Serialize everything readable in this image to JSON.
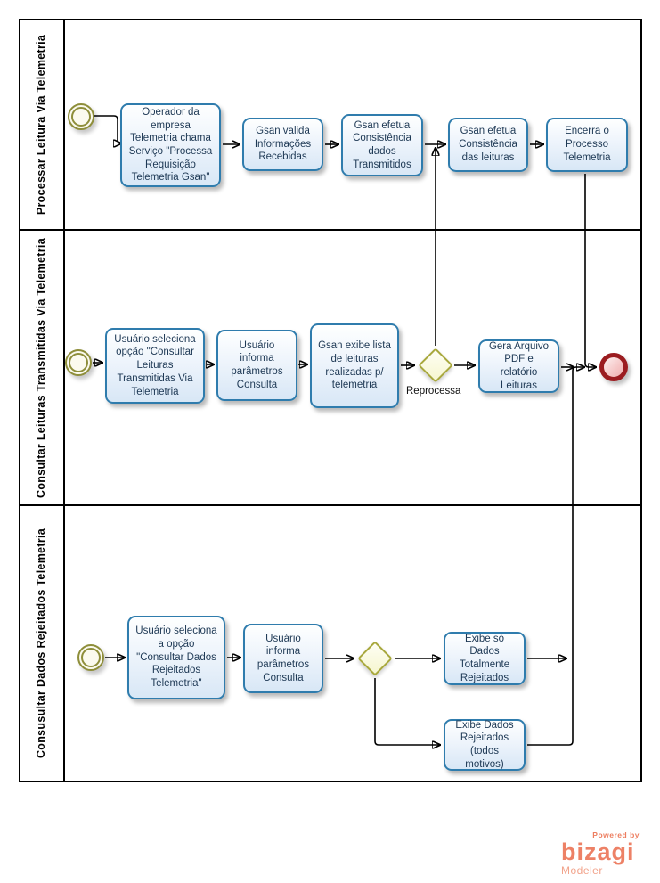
{
  "pool": {
    "lanes": [
      {
        "label": "Processar Leitura Via Telemetria"
      },
      {
        "label": "Consultar Leituras Transmitidas Via Telemetria"
      },
      {
        "label": "Consusultar Dados Rejeitados Telemetria"
      }
    ]
  },
  "nodes": {
    "operador": {
      "label": "Operador da empresa Telemetria chama Serviço \"Processa Requisição Telemetria Gsan\""
    },
    "valida": {
      "label": "Gsan valida Informações Recebidas"
    },
    "consistencia_dados": {
      "label": "Gsan efetua Consistência dados Transmitidos"
    },
    "consistencia_leituras": {
      "label": "Gsan efetua Consistência das leituras"
    },
    "encerra": {
      "label": "Encerra o Processo Telemetria"
    },
    "seleciona_leituras": {
      "label": "Usuário seleciona opção \"Consultar Leituras Transmitidas Via Telemetria"
    },
    "informa_parametros_1": {
      "label": "Usuário informa parâmetros Consulta"
    },
    "exibe_lista": {
      "label": "Gsan exibe lista de leituras realizadas p/ telemetria"
    },
    "reprocessa": {
      "label": "Reprocessa"
    },
    "gera_arquivo": {
      "label": "Gera Arquivo PDF e relatório Leituras"
    },
    "seleciona_rejeitados": {
      "label": "Usuário seleciona a opção \"Consultar Dados Rejeitados Telemetria\""
    },
    "informa_parametros_2": {
      "label": "Usuário informa parâmetros Consulta"
    },
    "exibe_so_dados": {
      "label": "Exibe só Dados Totalmente Rejeitados"
    },
    "exibe_dados_todos": {
      "label": "Exibe Dados Rejeitados (todos motivos)"
    }
  },
  "logo": {
    "powered_by": "Powered by",
    "brand": "bizagi",
    "product": "Modeler"
  },
  "colors": {
    "task_border": "#2f7cad",
    "task_fill_bottom": "#d8e7f6",
    "start_event_ring": "#8e8e3a",
    "start_event_fill": "#fbfaee",
    "end_event_ring": "#9b1c20",
    "end_event_fill": "#f5c6c6",
    "gateway_border": "#a8a83c",
    "gateway_fill": "#f6f6cf",
    "flow_line": "#000000",
    "lane_border": "#000000",
    "logo_accent": "#ed7d5f"
  }
}
